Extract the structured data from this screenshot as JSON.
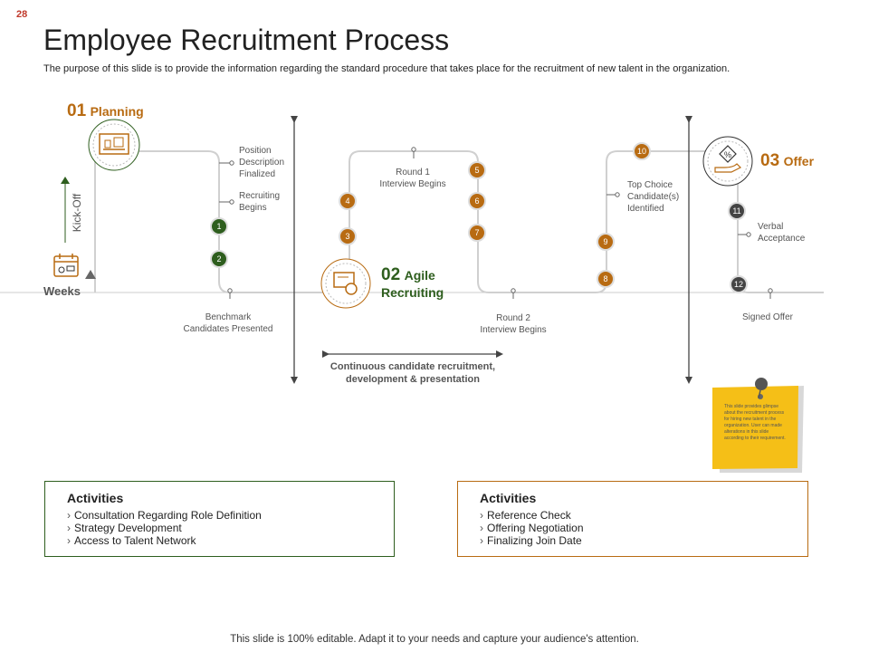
{
  "slide_number": "28",
  "title": "Employee Recruitment Process",
  "subtitle": "The purpose of this slide is to provide the information regarding the standard procedure that takes place for the recruitment of new talent in the organization.",
  "phases": [
    {
      "number": "01",
      "name": "Planning"
    },
    {
      "number": "02",
      "name_line1": "Agile",
      "name_line2": "Recruiting"
    },
    {
      "number": "03",
      "name": "Offer"
    }
  ],
  "kickoff": "Kick-Off",
  "weeks": "Weeks",
  "labels": {
    "position_description": [
      "Position",
      "Description",
      "Finalized"
    ],
    "recruiting_begins": [
      "Recruiting",
      "Begins"
    ],
    "benchmark": [
      "Benchmark",
      "Candidates Presented"
    ],
    "round1": [
      "Round 1",
      "Interview Begins"
    ],
    "round2": [
      "Round 2",
      "Interview Begins"
    ],
    "top_choice": [
      "Top Choice",
      "Candidate(s)",
      "Identified"
    ],
    "verbal": [
      "Verbal",
      "Acceptance"
    ],
    "signed_offer": "Signed Offer"
  },
  "continuous": [
    "Continuous  candidate recruitment,",
    "development & presentation"
  ],
  "steps": [
    "1",
    "2",
    "3",
    "4",
    "5",
    "6",
    "7",
    "8",
    "9",
    "10",
    "11",
    "12"
  ],
  "activities_left": {
    "heading": "Activities",
    "items": [
      "Consultation Regarding Role Definition",
      "Strategy Development",
      "Access to Talent Network"
    ]
  },
  "activities_right": {
    "heading": "Activities",
    "items": [
      "Reference Check",
      "Offering Negotiation",
      "Finalizing Join Date"
    ]
  },
  "note": "This slide provides glimpse about the recruitment process for hiring new talent in the organization. User can made alterations in this slide according to their requirement.",
  "footer": "This slide is 100% editable. Adapt it to your needs and capture your audience's attention.",
  "colors": {
    "brown": "#b86b12",
    "green": "#2e5e1e",
    "dark_gray": "#444444",
    "note_yellow": "#f5bf17"
  }
}
